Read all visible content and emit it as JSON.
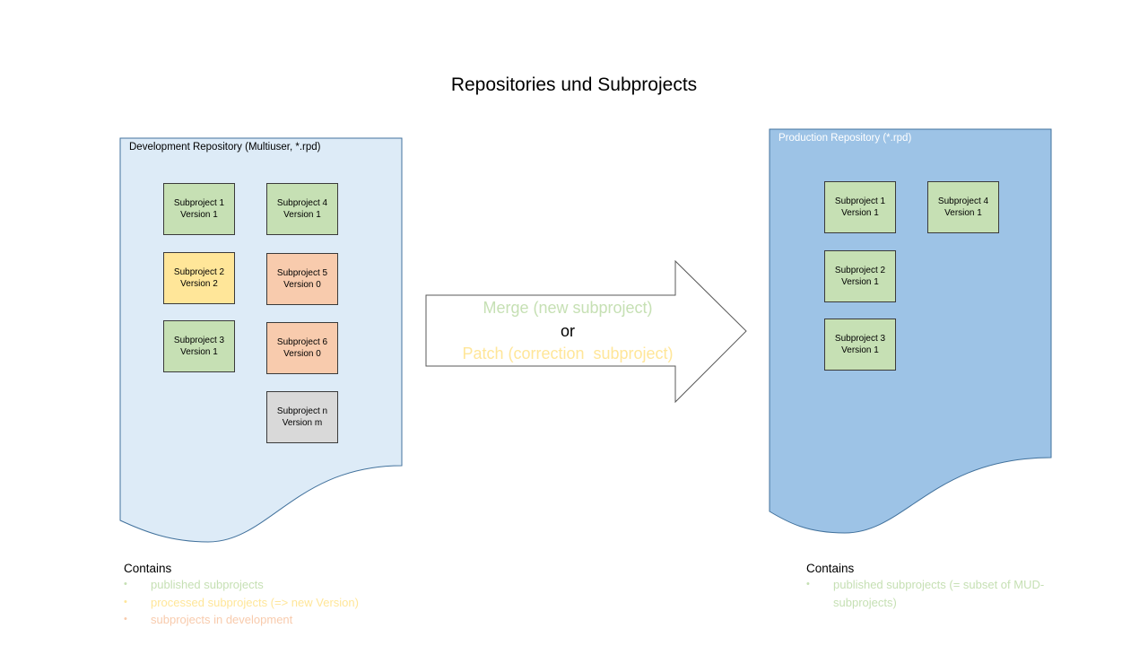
{
  "title": "Repositories und Subprojects",
  "colors": {
    "dev_fill": "#ddebf7",
    "prod_fill": "#9dc3e6",
    "border": "#41719c",
    "green": "#c6e0b4",
    "yellow": "#ffe699",
    "salmon": "#f8cbad",
    "gray": "#d9d9d9",
    "merge_text": "#c6e0b4",
    "patch_text": "#ffe699"
  },
  "development_repository": {
    "label": "Development  Repository (Multiuser, *.rpd)",
    "subprojects": [
      {
        "name": "Subproject 1",
        "version": "Version 1",
        "status": "green"
      },
      {
        "name": "Subproject 4",
        "version": "Version 1",
        "status": "green"
      },
      {
        "name": "Subproject 2",
        "version": "Version 2",
        "status": "yellow"
      },
      {
        "name": "Subproject 5",
        "version": "Version 0",
        "status": "salmon"
      },
      {
        "name": "Subproject 3",
        "version": "Version 1",
        "status": "green"
      },
      {
        "name": "Subproject 6",
        "version": "Version 0",
        "status": "salmon"
      },
      {
        "name": "Subproject n",
        "version": "Version m",
        "status": "gray"
      }
    ]
  },
  "production_repository": {
    "label": "Production Repository (*.rpd)",
    "subprojects": [
      {
        "name": "Subproject 1",
        "version": "Version 1",
        "status": "green"
      },
      {
        "name": "Subproject 4",
        "version": "Version 1",
        "status": "green"
      },
      {
        "name": "Subproject 2",
        "version": "Version 1",
        "status": "green"
      },
      {
        "name": "Subproject 3",
        "version": "Version 1",
        "status": "green"
      }
    ]
  },
  "arrow": {
    "merge": "Merge (new subproject)",
    "or": "or",
    "patch": "Patch (correction  subproject)"
  },
  "dev_contains": {
    "heading": "Contains",
    "items": [
      {
        "text": "published subprojects",
        "color": "#c6e0b4"
      },
      {
        "text": "processed subprojects (=> new Version)",
        "color": "#ffe699"
      },
      {
        "text": "subprojects in development",
        "color": "#f8cbad"
      }
    ]
  },
  "prod_contains": {
    "heading": "Contains",
    "items": [
      {
        "text": "published subprojects (= subset of MUD-",
        "text2": "subprojects)",
        "color": "#c6e0b4"
      }
    ]
  }
}
